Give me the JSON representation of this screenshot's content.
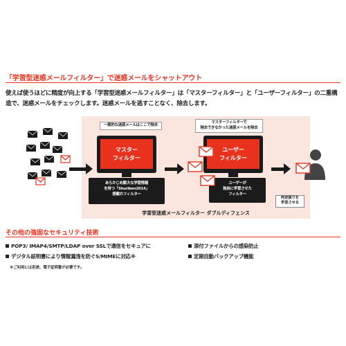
{
  "heading": "「学習型迷惑メールフィルター」で迷惑メールをシャットアウト",
  "intro": "使えば使うほどに精度が向上する「学習型迷惑メールフィルター」は「マスターフィルター」と「ユーザーフィルター」の二重構造で、迷惑メールをチェックします。迷惑メールを逃すことなく、除去します。",
  "diagram": {
    "callout_master": "一般的な迷惑メールはここで除去",
    "callout_user_line1": "マスターフィルターで",
    "callout_user_line2": "除去できなかった迷惑メールを除去",
    "master_screen_line1": "マスター",
    "master_screen_line2": "フィルター",
    "user_screen_line1": "ユーザー",
    "user_screen_line2": "フィルター",
    "master_keyboard_line1": "あらかじめ膨大な学習情報",
    "master_keyboard_line2": "を持つ「Shuriken2014」",
    "master_keyboard_line3": "搭載のフィルター",
    "user_keyboard_line1": "ユーザーが",
    "user_keyboard_line2": "独自に学習させた",
    "user_keyboard_line3": "フィルター",
    "own_mistake_line1": "判定誤りを",
    "own_mistake_line2": "学習させる",
    "caption": "学習型迷惑メールフィルター ダブルディフェンス"
  },
  "security": {
    "heading": "その他の強固なセキュリティ技術",
    "left_items": [
      "POP3/ IMAP4/SMTP/LDAP over SSLで通信をセキュアに",
      "デジタル証明書により情報漏洩を防ぐS/MIMEに対応※"
    ],
    "right_items": [
      "添付ファイルからの感染防止",
      "定期自動バックアップ機能"
    ],
    "note": "※ご利用には別途、電子証明書が必要です。"
  },
  "colors": {
    "accent": "#e8321e",
    "panel": "#fbe6df",
    "dark": "#1b1b1b"
  },
  "icons": [
    "envelope-icon",
    "person-icon",
    "arrow-right-icon",
    "monitor-icon"
  ]
}
